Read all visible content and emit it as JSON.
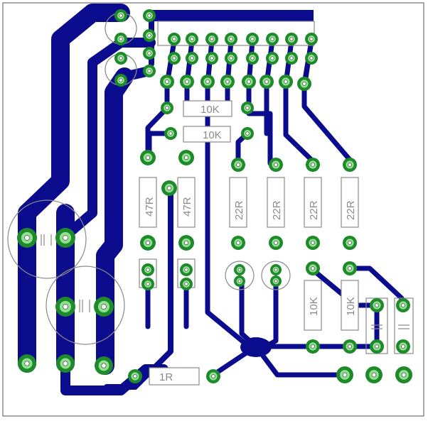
{
  "components": {
    "r_top_1": {
      "label": "10K"
    },
    "r_top_2": {
      "label": "10K"
    },
    "r_47_1": {
      "label": "47R"
    },
    "r_47_2": {
      "label": "47R"
    },
    "r_22_1": {
      "label": "22R"
    },
    "r_22_2": {
      "label": "22R"
    },
    "r_22_3": {
      "label": "22R"
    },
    "r_22_4": {
      "label": "22R"
    },
    "r_10k_3": {
      "label": "10K"
    },
    "r_10k_4": {
      "label": "10K"
    },
    "r_1r": {
      "label": "1R"
    }
  },
  "colors": {
    "copper": "#0b0b8e",
    "pad": "#1f8a2b",
    "pad_highlight": "#8fe08f",
    "silkscreen": "#8a8a8a",
    "board_outline": "#555555"
  }
}
